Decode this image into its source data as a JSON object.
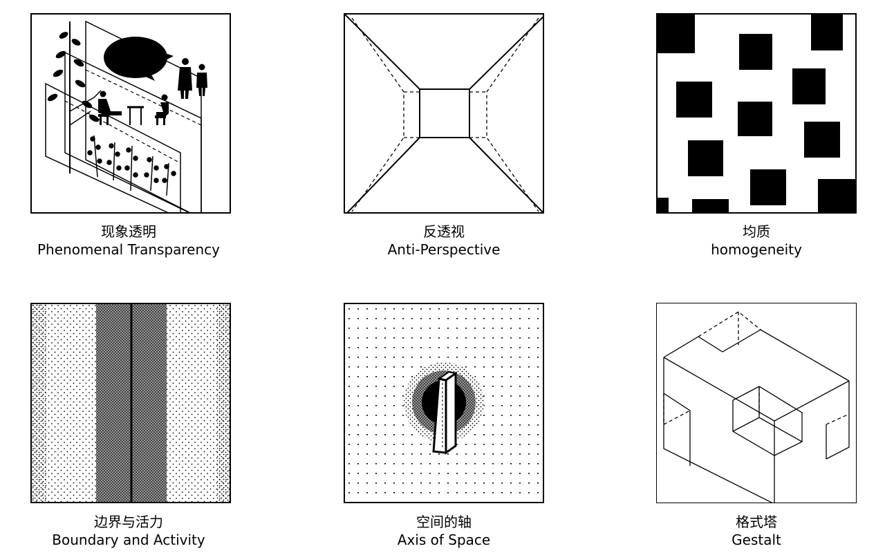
{
  "panels": [
    {
      "title_zh": "现象透明",
      "title_en": "Phenomenal Transparency"
    },
    {
      "title_zh": "反透视",
      "title_en": "Anti-Perspective"
    },
    {
      "title_zh": "均质",
      "title_en": "homogeneity"
    },
    {
      "title_zh": "边界与活力",
      "title_en": "Boundary and Activity"
    },
    {
      "title_zh": "空间的轴",
      "title_en": "Axis of Space"
    },
    {
      "title_zh": "格式塔",
      "title_en": "Gestalt"
    }
  ],
  "colors": {
    "ink": "#000000",
    "paper": "#ffffff"
  }
}
